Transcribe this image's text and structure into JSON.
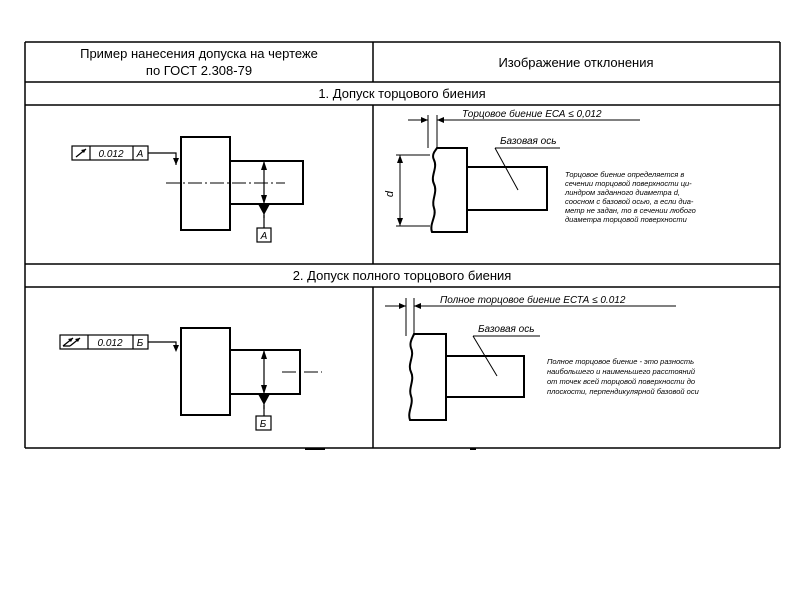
{
  "table": {
    "header": {
      "left_line1": "Пример нанесения допуска на чертеже",
      "left_line2": "по ГОСТ 2.308-79",
      "right": "Изображение отклонения"
    },
    "sections": [
      {
        "title": "1. Допуск торцового биения",
        "frame_value": "0.012",
        "frame_datum": "А",
        "datum_label": "А",
        "deviation_label": "Торцовое биение  ЕСА ≤ 0,012",
        "axis_label": "Базовая ось",
        "diameter_label": "d",
        "note": [
          "Торцовое биение определяется в",
          "сечении торцовой поверхности ци-",
          "линдром заданного диаметра d,",
          "соосном с базовой осью, а если диа-",
          "метр не задан, то в сечении любого",
          "диаметра торцовой поверхности"
        ]
      },
      {
        "title": "2. Допуск полного торцового биения",
        "frame_value": "0.012",
        "frame_datum": "Б",
        "datum_label": "Б",
        "deviation_label": "Полное торцовое биение  ЕСТА ≤ 0.012",
        "axis_label": "Базовая ось",
        "note": [
          "Полное торцовое биение - это разность",
          "наибольшего и наименьшего расстояний",
          "от точек всей торцовой поверхности до",
          "плоскости, перпендикулярной базовой оси"
        ]
      }
    ]
  }
}
